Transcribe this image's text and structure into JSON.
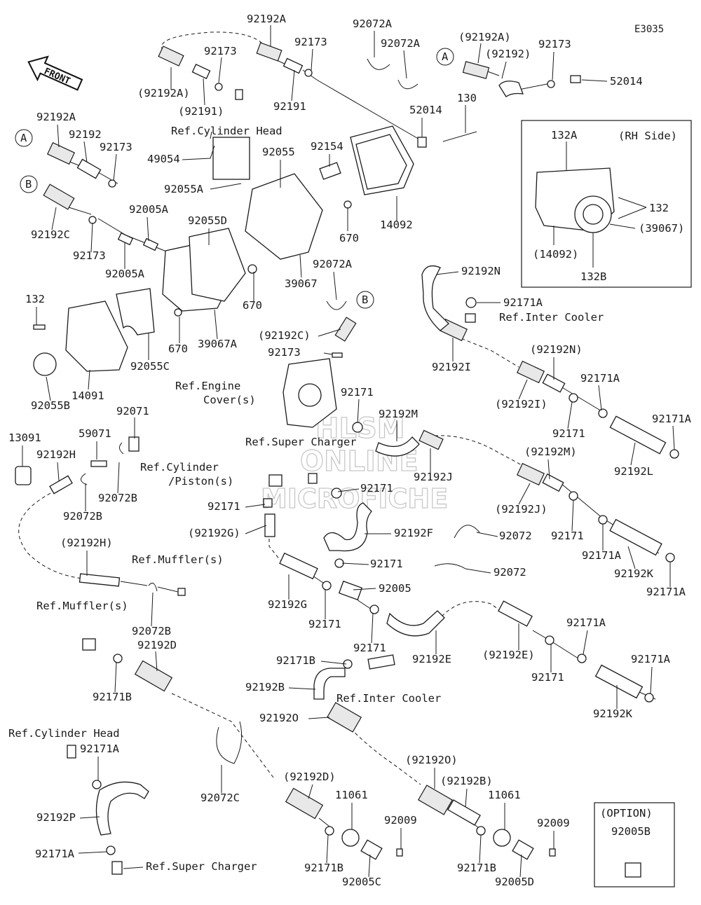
{
  "diagram_code": "E3035",
  "front_label": "FRONT",
  "watermark": {
    "line1": "HLSM",
    "line2": "ONLINE",
    "line3": "MICROFICHE"
  },
  "inset": {
    "title": "(RH Side)",
    "labels": [
      "132A",
      "132",
      "(39067)",
      "(14092)",
      "132B"
    ]
  },
  "option_box": {
    "title": "(OPTION)",
    "part": "92005B"
  },
  "refs": {
    "cyl_head_top": "Ref.Cylinder Head",
    "inter_cooler_1": "Ref.Inter Cooler",
    "engine_cover_1": "Ref.Engine",
    "engine_cover_2": "Cover(s)",
    "super_charger_1": "Ref.Super Charger",
    "cyl_piston_1": "Ref.Cylinder",
    "cyl_piston_2": "/Piston(s)",
    "muffler_1": "Ref.Muffler(s)",
    "muffler_2": "Ref.Muffler(s)",
    "inter_cooler_2": "Ref.Inter Cooler",
    "cyl_head_bottom": "Ref.Cylinder Head",
    "super_charger_2": "Ref.Super Charger"
  },
  "markers": [
    "A",
    "A",
    "B",
    "B"
  ],
  "labels": [
    "92192A",
    "92173",
    "92173",
    "92072A",
    "92072A",
    "(92192A)",
    "(92192)",
    "92173",
    "52014",
    "(92192A)",
    "(92191)",
    "92191",
    "52014",
    "130",
    "92192A",
    "92192",
    "92173",
    "49054",
    "92055",
    "92154",
    "92055A",
    "14092",
    "670",
    "92192C",
    "92005A",
    "92055D",
    "92173",
    "92005A",
    "39067",
    "670",
    "92072A",
    "132",
    "39067A",
    "670",
    "(92192C)",
    "92173",
    "14091",
    "92055C",
    "92055B",
    "92192N",
    "92171A",
    "92192I",
    "(92192N)",
    "92171A",
    "(92192I)",
    "92171",
    "92171A",
    "92192L",
    "92171",
    "92192M",
    "92071",
    "13091",
    "59071",
    "92192H",
    "92192J",
    "(92192M)",
    "92072B",
    "92072B",
    "92171",
    "92171",
    "(92192G)",
    "92192F",
    "(92192J)",
    "92072",
    "92171",
    "92171A",
    "(92192H)",
    "92192K",
    "92072",
    "92171",
    "92005",
    "92171A",
    "92192G",
    "92171",
    "92171",
    "92072B",
    "92192E",
    "(92192E)",
    "92171A",
    "92171",
    "92171A",
    "92171B",
    "92192D",
    "92171B",
    "92192B",
    "92192K",
    "92192O",
    "92072C",
    "92171A",
    "(92192D)",
    "(92192O)",
    "(92192B)",
    "11061",
    "11061",
    "92192P",
    "92009",
    "92009",
    "92171A",
    "92171B",
    "92005C",
    "92171B",
    "92005D"
  ]
}
